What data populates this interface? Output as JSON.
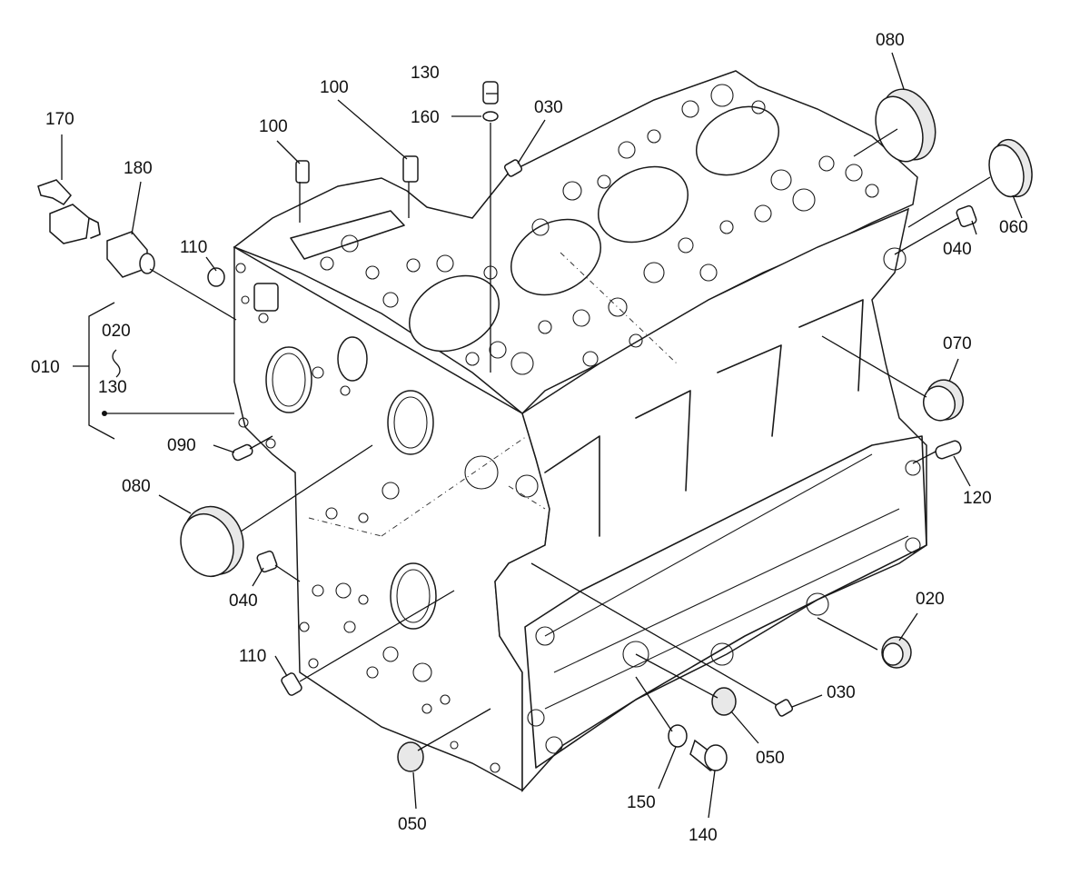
{
  "callouts": [
    {
      "id": "c170",
      "text": "170"
    },
    {
      "id": "c180",
      "text": "180"
    },
    {
      "id": "c100a",
      "text": "100"
    },
    {
      "id": "c100b",
      "text": "100"
    },
    {
      "id": "c130a",
      "text": "130"
    },
    {
      "id": "c160",
      "text": "160"
    },
    {
      "id": "c030a",
      "text": "030"
    },
    {
      "id": "c080a",
      "text": "080"
    },
    {
      "id": "c060",
      "text": "060"
    },
    {
      "id": "c040a",
      "text": "040"
    },
    {
      "id": "c110a",
      "text": "110"
    },
    {
      "id": "c010",
      "text": "010"
    },
    {
      "id": "c020a",
      "text": "020"
    },
    {
      "id": "c130b",
      "text": "130"
    },
    {
      "id": "c070",
      "text": "070"
    },
    {
      "id": "c090",
      "text": "090"
    },
    {
      "id": "c120",
      "text": "120"
    },
    {
      "id": "c080b",
      "text": "080"
    },
    {
      "id": "c040b",
      "text": "040"
    },
    {
      "id": "c020b",
      "text": "020"
    },
    {
      "id": "c110b",
      "text": "110"
    },
    {
      "id": "c030b",
      "text": "030"
    },
    {
      "id": "c050a",
      "text": "050"
    },
    {
      "id": "c150",
      "text": "150"
    },
    {
      "id": "c050b",
      "text": "050"
    },
    {
      "id": "c140",
      "text": "140"
    }
  ]
}
